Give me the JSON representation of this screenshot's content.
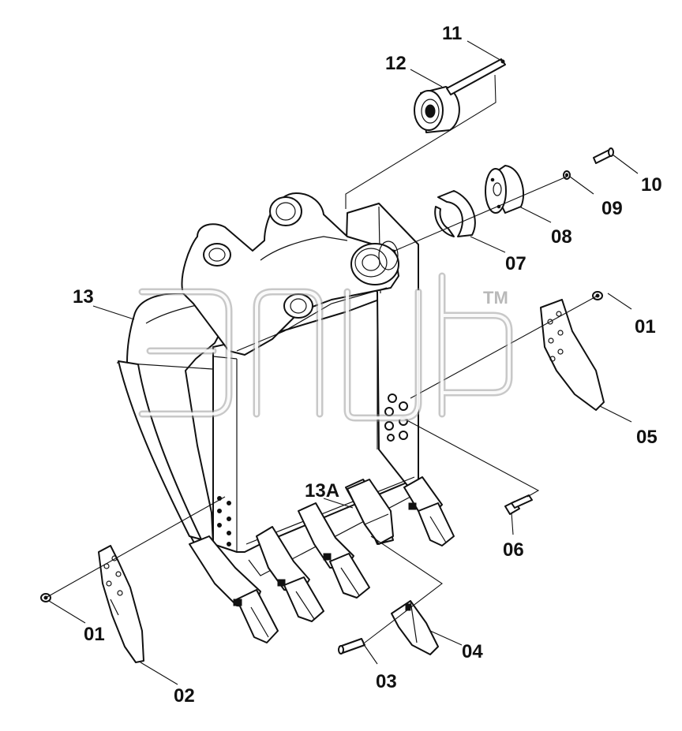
{
  "watermark": {
    "trademark": "TM"
  },
  "callouts": {
    "c01_right": "01",
    "c01_left": "01",
    "c02": "02",
    "c03": "03",
    "c04": "04",
    "c05": "05",
    "c06": "06",
    "c07": "07",
    "c08": "08",
    "c09": "09",
    "c10": "10",
    "c11": "11",
    "c12": "12",
    "c13": "13",
    "c13a": "13A"
  },
  "colors": {
    "ink": "#111111",
    "watermark": "#9a9a9a",
    "background": "#ffffff"
  }
}
